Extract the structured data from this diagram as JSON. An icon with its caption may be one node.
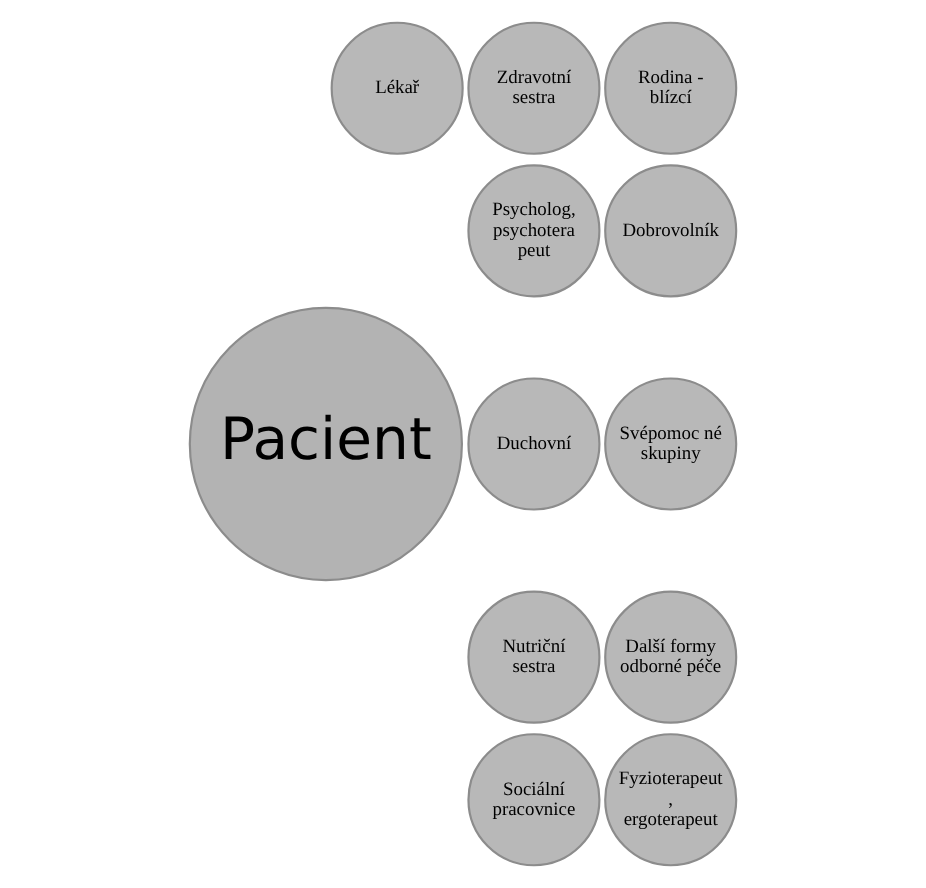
{
  "diagram": {
    "nodes": [
      {
        "text": [
          "Pacient"
        ]
      },
      {
        "text": [
          "Lékař"
        ]
      },
      {
        "text": [
          "Zdravotní sestra"
        ]
      },
      {
        "text": [
          "Psycholog, psychotera peut"
        ]
      },
      {
        "text": [
          "Duchovní"
        ]
      },
      {
        "text": [
          "Nutriční sestra"
        ]
      },
      {
        "text": [
          "Sociální pracovnice"
        ]
      },
      {
        "text": [
          "Fyzioterapeut , ergoterapeut"
        ]
      },
      {
        "text": [
          "Další formy odborné péče"
        ]
      },
      {
        "text": [
          "Svépomoc né skupiny"
        ]
      },
      {
        "text": [
          "Dobrovolník"
        ]
      },
      {
        "text": [
          "Rodina - blízcí"
        ]
      }
    ],
    "edges": []
  }
}
